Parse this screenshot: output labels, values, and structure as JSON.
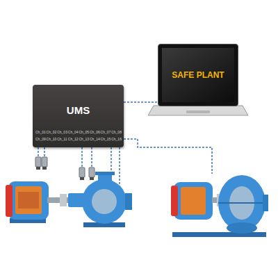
{
  "diagram": {
    "nodes": [
      {
        "text": [
          "UMS"
        ]
      },
      {
        "text": [
          "SAFE PLANT"
        ]
      }
    ],
    "edges": [
      {
        "from": 0,
        "to": 1,
        "arrow": "none"
      }
    ],
    "labels": [
      "Ch_01",
      "Ch_02",
      "Ch_03",
      "Ch_04",
      "Ch_05",
      "Ch_06",
      "Ch_07",
      "Ch_08",
      "Ch_09",
      "Ch_10",
      "Ch_11",
      "Ch_12",
      "Ch_13",
      "Ch_14",
      "Ch_15",
      "Ch_16"
    ]
  }
}
